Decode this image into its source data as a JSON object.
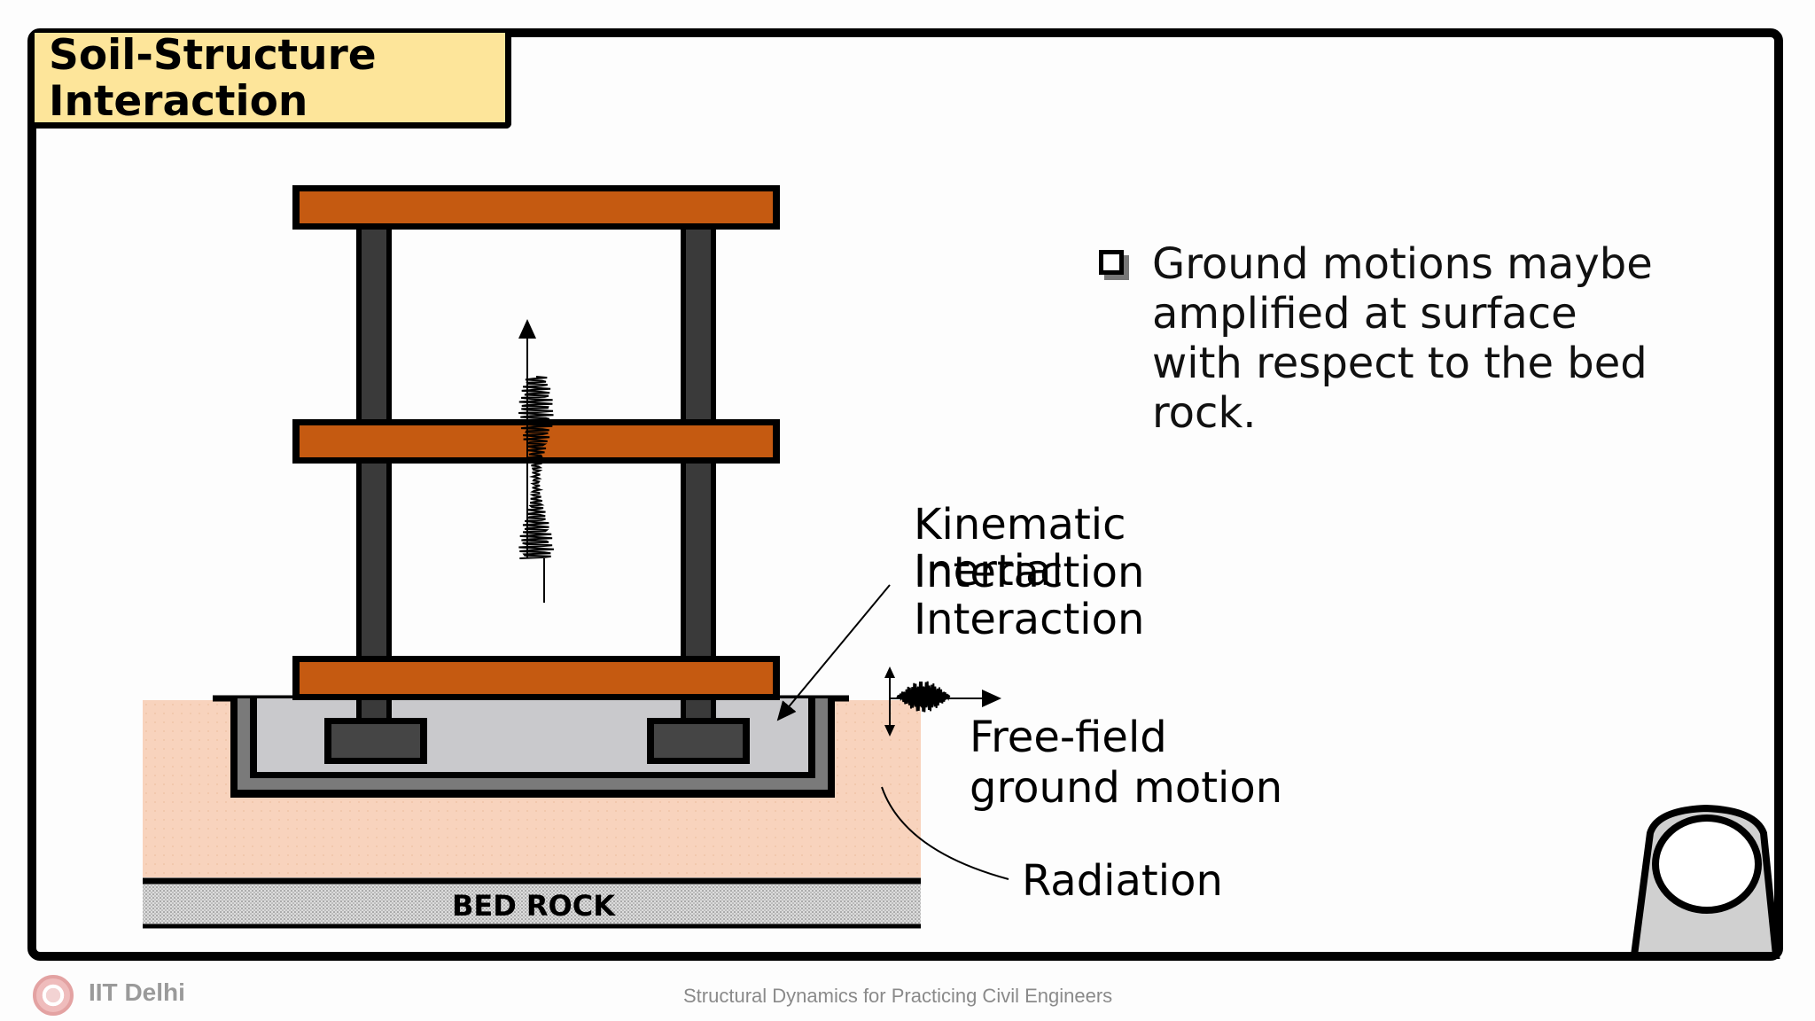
{
  "slide": {
    "title_lines": [
      "Soil-Structure",
      "Interaction"
    ],
    "bullets": [
      {
        "lines": [
          "Ground motions maybe",
          "amplified at surface",
          "with respect to the bed",
          "rock."
        ]
      }
    ]
  },
  "diagram": {
    "labels": {
      "kinematic": [
        "Kinematic",
        "Interaction"
      ],
      "inertial": "Inertial",
      "free_field": [
        "Free-field",
        "ground motion"
      ],
      "radiation": "Radiation",
      "bed_rock": "BED ROCK"
    },
    "colors": {
      "slab": "#c55a11",
      "column": "#3a3a3a",
      "soil": "#f8d3bd",
      "foundation": "#c9c9cc",
      "foundation_wall": "#7a7a7a",
      "bed_rock": "#cfcfcf"
    }
  },
  "footer": {
    "org": "IIT Delhi",
    "course": "Structural Dynamics for Practicing Civil Engineers",
    "logo_icon": "iit-delhi-seal-icon"
  }
}
